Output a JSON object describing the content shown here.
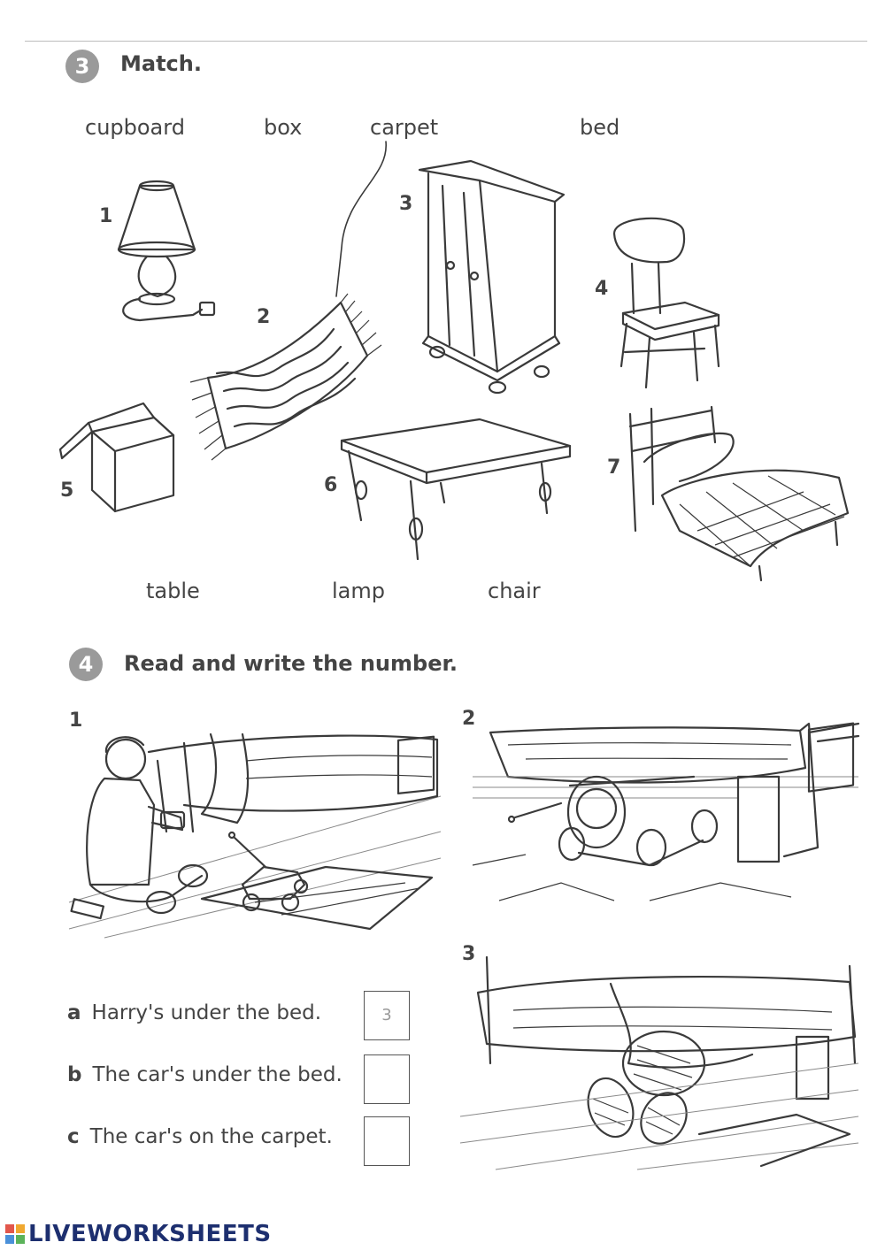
{
  "exercise3": {
    "badge": "3",
    "title": "Match.",
    "words_top": [
      "cupboard",
      "box",
      "carpet",
      "bed"
    ],
    "words_bottom": [
      "table",
      "lamp",
      "chair"
    ],
    "item_numbers": [
      "1",
      "2",
      "3",
      "4",
      "5",
      "6",
      "7"
    ]
  },
  "exercise4": {
    "badge": "4",
    "title": "Read and write the number.",
    "picture_numbers": [
      "1",
      "2",
      "3"
    ],
    "sentences": [
      {
        "letter": "a",
        "text": "Harry's under the bed.",
        "answer": "3"
      },
      {
        "letter": "b",
        "text": "The car's under the bed.",
        "answer": ""
      },
      {
        "letter": "c",
        "text": "The car's on the carpet.",
        "answer": ""
      }
    ]
  },
  "footer": {
    "logo_text": "LIVEWORKSHEETS"
  }
}
